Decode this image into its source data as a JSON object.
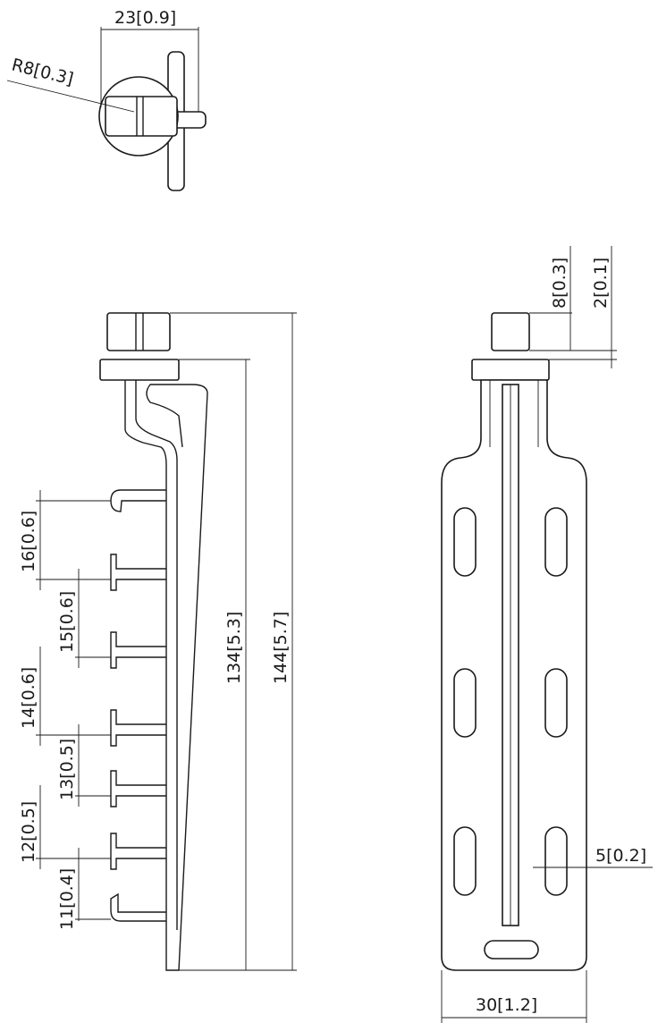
{
  "top_view": {
    "width_dim": "23[0.9]",
    "radius_dim": "R8[0.3]"
  },
  "side_view": {
    "overall_height": "144[5.7]",
    "body_height": "134[5.3]",
    "hook_spacings": [
      "16[0.6]",
      "15[0.6]",
      "14[0.6]",
      "13[0.5]",
      "12[0.5]",
      "11[0.4]"
    ]
  },
  "front_view": {
    "knob_height": "8[0.3]",
    "collar_offset": "2[0.1]",
    "slot_width": "5[0.2]",
    "plate_width": "30[1.2]"
  }
}
